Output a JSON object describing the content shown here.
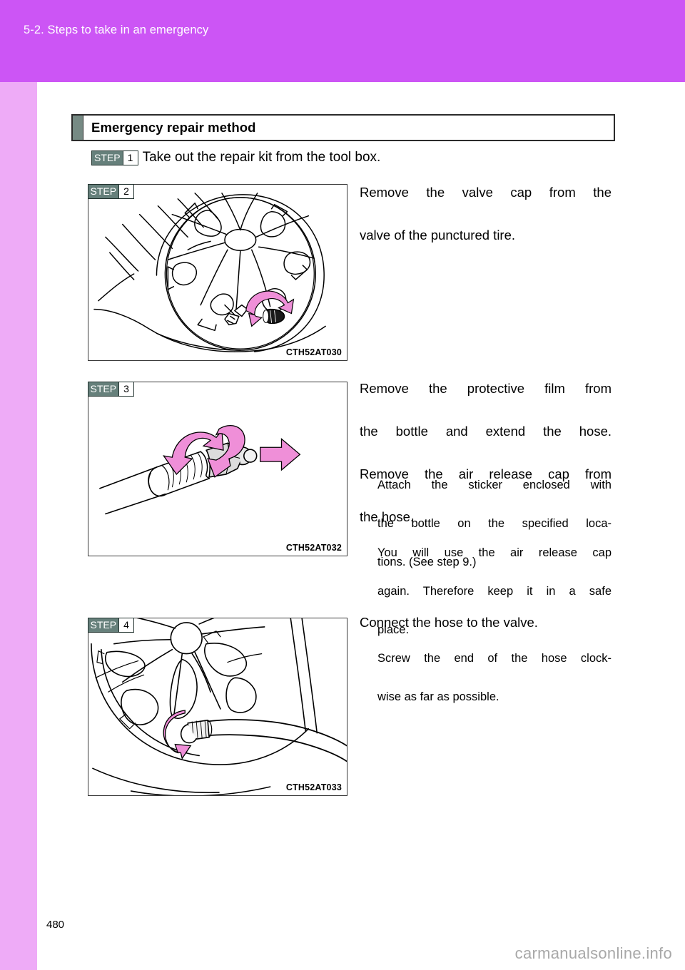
{
  "header": {
    "chapter_title": "5-2. Steps to take in an emergency",
    "banner_color": "#cc55f5",
    "edge_strip_color": "#eeabf7"
  },
  "section": {
    "title": "Emergency repair method",
    "accent_color": "#768a84"
  },
  "badges": {
    "word": "STEP",
    "step1": "1",
    "step2": "2",
    "step3": "3",
    "step4": "4",
    "background": "#66807b"
  },
  "steps": [
    {
      "number": "1",
      "instruction": "Take out the repair kit from the tool box.",
      "figure": null
    },
    {
      "number": "2",
      "instruction_lines": [
        "Remove the valve cap from the",
        "valve of the punctured tire."
      ],
      "figure": {
        "caption": "CTH52AT030",
        "alt": "wheel-with-valve-cap-illustration"
      }
    },
    {
      "number": "3",
      "instruction_lines": [
        "Remove the protective film from",
        "the bottle and extend the hose.",
        "Remove the air release cap from",
        "the hose."
      ],
      "notes": [
        [
          "Attach the sticker enclosed with",
          "the bottle on the specified loca-",
          "tions. (See step 9.)"
        ],
        [
          "You will use the air release cap",
          "again. Therefore keep it in a safe",
          "place."
        ]
      ],
      "figure": {
        "caption": "CTH52AT032",
        "alt": "hose-nozzle-with-rotation-arrows-illustration"
      }
    },
    {
      "number": "4",
      "instruction_lines": [
        "Connect the hose to the valve."
      ],
      "notes": [
        [
          "Screw the end of the hose clock-",
          "wise as far as possible."
        ]
      ],
      "figure": {
        "caption": "CTH52AT033",
        "alt": "hose-connected-to-wheel-valve-illustration"
      }
    }
  ],
  "footer": {
    "page_number": "480",
    "watermark": "carmanualsonline.info"
  }
}
